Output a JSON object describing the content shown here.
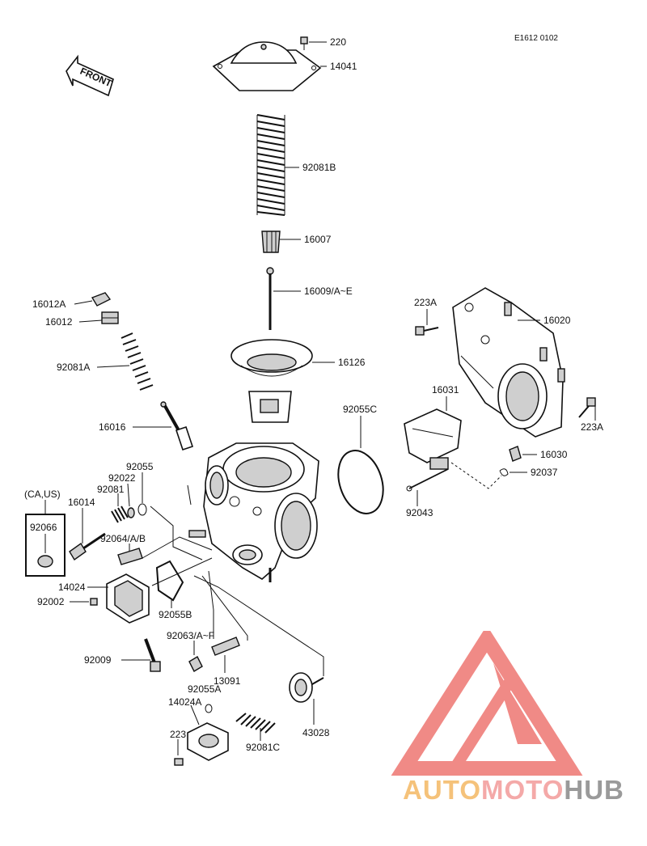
{
  "diagram": {
    "ref_code": "E1612 0102",
    "front_label": "FRONT",
    "parts": {
      "p220": "220",
      "p14041": "14041",
      "p92081B": "92081B",
      "p16007": "16007",
      "p16009": "16009/A~E",
      "p16012A": "16012A",
      "p16012": "16012",
      "p92081A": "92081A",
      "p16126": "16126",
      "p16016": "16016",
      "p92055C": "92055C",
      "p223A_top": "223A",
      "p16020": "16020",
      "p16031": "16031",
      "p223A_right": "223A",
      "p16030": "16030",
      "p92037": "92037",
      "p92043": "92043",
      "p92055": "92055",
      "p92022": "92022",
      "p92081": "92081",
      "p16014": "16014",
      "ca_us": "(CA,US)",
      "p92066": "92066",
      "p92064": "92064/A/B",
      "p14024": "14024",
      "p92002": "92002",
      "p92055B": "92055B",
      "p92063": "92063/A~F",
      "p92009": "92009",
      "p13091": "13091",
      "p92055A": "92055A",
      "p14024A": "14024A",
      "p223": "223",
      "p92081C": "92081C",
      "p43028": "43028"
    }
  },
  "watermark": {
    "part1": "AUTO",
    "part2": "MOTO",
    "part3": "HUB",
    "colors": {
      "auto": "#f5c27a",
      "moto": "#f4a9a8",
      "hub": "#9a9a9a",
      "triangle": "#f08a86"
    }
  }
}
